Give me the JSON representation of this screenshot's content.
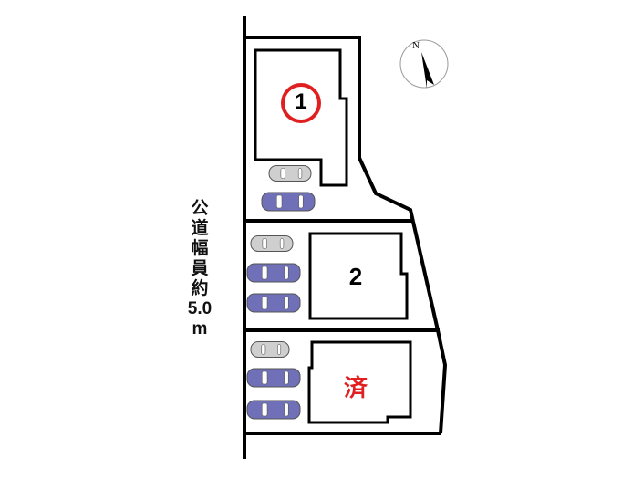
{
  "road": {
    "label_chars": [
      "公",
      "道",
      "幅",
      "員",
      "約",
      "5.0",
      "m"
    ]
  },
  "lots": [
    {
      "label": "1",
      "status": "available"
    },
    {
      "label": "2",
      "status": "available"
    },
    {
      "label": "済",
      "status": "sold"
    }
  ],
  "compass": {
    "label": "N"
  },
  "colors": {
    "accent_red": "#e02020",
    "car_blue": "#7070b8",
    "car_gray": "#cfcfcf"
  }
}
